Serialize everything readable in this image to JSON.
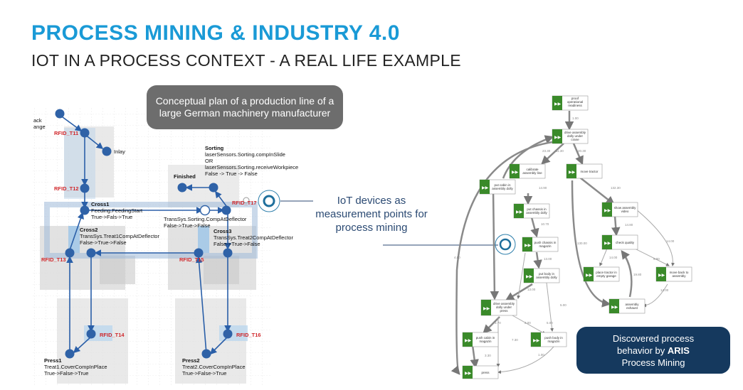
{
  "title": "PROCESS MINING & INDUSTRY 4.0",
  "subtitle": "IOT IN A PROCESS CONTEXT - A REAL LIFE EXAMPLE",
  "callout": "Conceptual plan of a production line of a large German machinery manufacturer",
  "iot_label": "IoT devices as measurement points for process mining",
  "aris": {
    "line1": "Discovered process",
    "line2_prefix": "behavior by ",
    "brand": "ARIS",
    "line3": "Process Mining"
  },
  "plan": {
    "rfid": [
      "RFID_T11",
      "RFID_T12",
      "RFID_T13",
      "RFID_T14",
      "RFID_T15",
      "RFID_T16",
      "RFID_T17"
    ],
    "ack": "ack",
    "ange": "ange",
    "inlay": "Inlay",
    "finished": "Finished",
    "sorting": [
      "Sorting",
      "laserSensors.Sorting.compInSlide",
      "OR",
      "laserSensors.Sorting.receiveWorkpiece",
      "False -> True -> False"
    ],
    "cross1": [
      "Cross1",
      "Feeding.FeedingStart",
      "True->Fals->True"
    ],
    "deflector": [
      "TransSys.Sorting.CompAtDeflector",
      "False->True->False"
    ],
    "cross2": [
      "Cross2",
      "TransSys.Treat1CompAtDeflector",
      "False->True->False"
    ],
    "cross3": [
      "Cross3",
      "TransSys.Treat2CompAtDeflector",
      "False->True->False"
    ],
    "press1": [
      "Press1",
      "Treat1.CoverCompInPlace",
      "True->False->True"
    ],
    "press2": [
      "Press2",
      "Treat2.CoverCompInPlace",
      "True->False->True"
    ]
  },
  "process": {
    "nodes": {
      "proof": [
        "proof",
        "operational",
        "readiness"
      ],
      "drive_crane": [
        "drive assembly",
        "dolly under",
        "crane"
      ],
      "calibrate": [
        "calibrate",
        "assembly line"
      ],
      "move_tractor": [
        "move tractor"
      ],
      "put_cabin": [
        "put cabin in",
        "assembly dolly"
      ],
      "put_chassis": [
        "put chassis in",
        "assembly dolly"
      ],
      "push_chassis": [
        "push chassis in",
        "magazin"
      ],
      "put_body": [
        "put body in",
        "assembly dolly"
      ],
      "drive_press": [
        "drive assembly",
        "dolly under",
        "press"
      ],
      "push_cabin": [
        "push cabin in",
        "magazin"
      ],
      "push_body": [
        "push body in",
        "magazin"
      ],
      "press": [
        "press"
      ],
      "show_video": [
        "show assembly",
        "video"
      ],
      "check_quality": [
        "check quality"
      ],
      "place_tractor": [
        "place tractor in",
        "empty garage"
      ],
      "move_back": [
        "move back to",
        "assembly"
      ],
      "assembly_exhaust": [
        "assembly",
        "exhaust"
      ]
    },
    "edges": [
      "1.00",
      "23.30",
      "11.30",
      "20.30",
      "14.90",
      "10.70",
      "13.00",
      "13.00",
      "4.80",
      "5.00",
      "3.70",
      "3.30",
      "7.30",
      "2.00",
      "5.00",
      "1.00",
      "132.30",
      "14.80",
      "130.00",
      "14.00",
      "14.00",
      "19.80",
      "14.00",
      "9.00"
    ]
  }
}
